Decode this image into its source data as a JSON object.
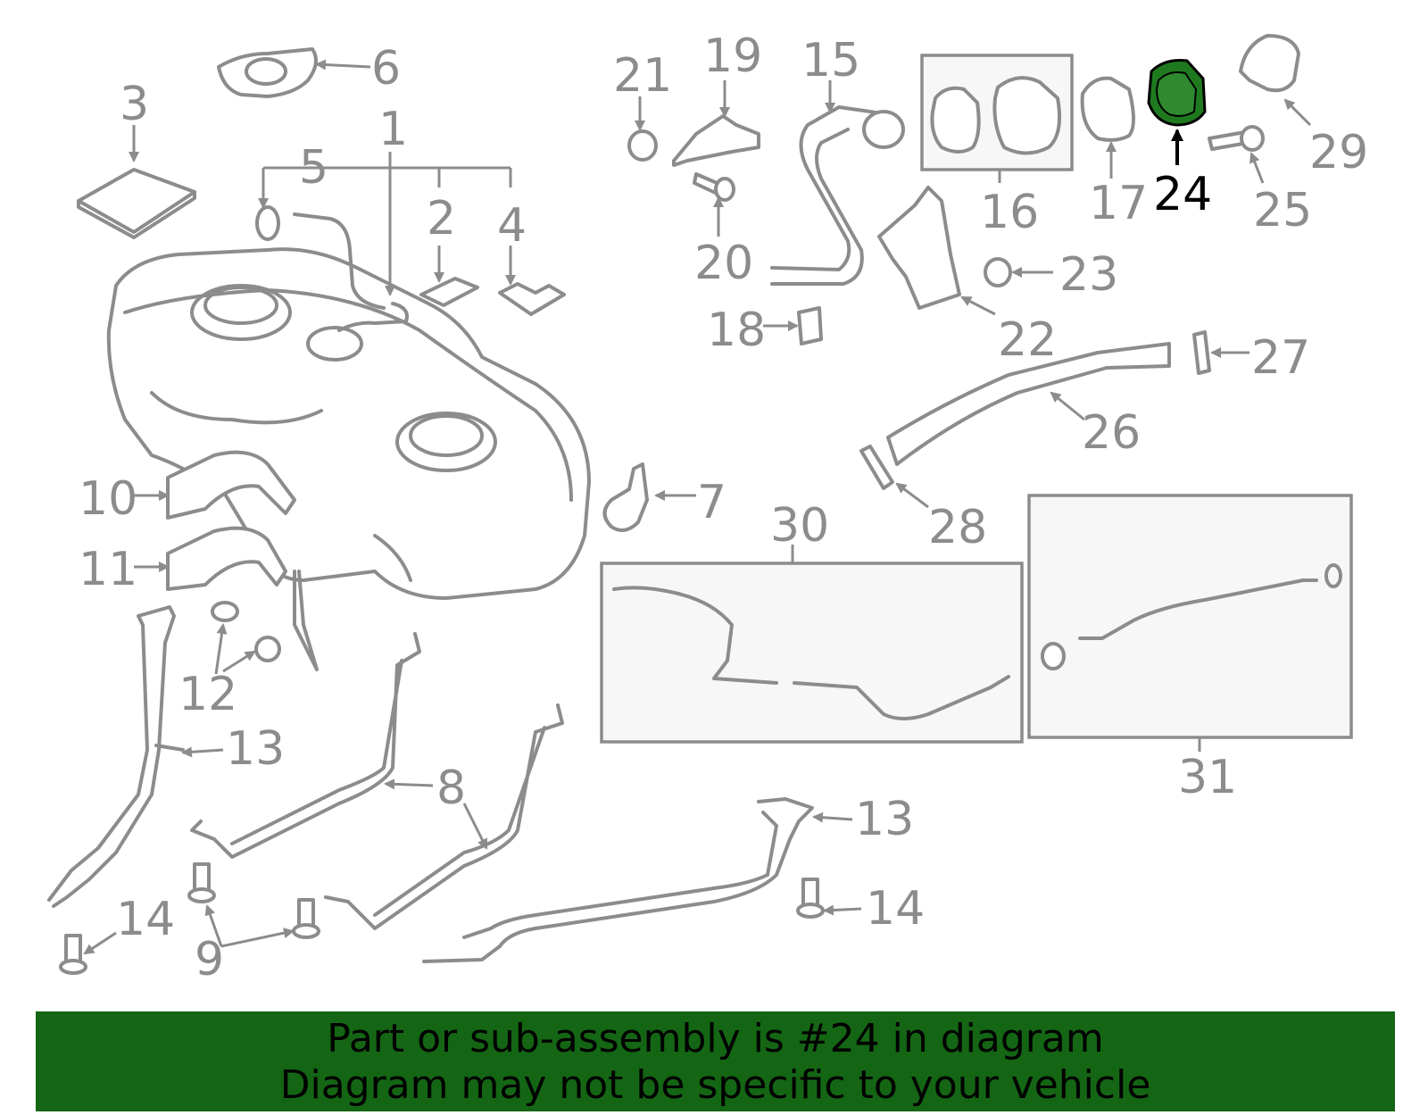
{
  "highlight": {
    "part_number": "24",
    "fill_color": "#1f7a1f",
    "banner_color": "#146614"
  },
  "callouts": [
    "1",
    "2",
    "3",
    "4",
    "5",
    "6",
    "7",
    "8",
    "9",
    "10",
    "11",
    "12",
    "13",
    "13",
    "14",
    "14",
    "15",
    "16",
    "17",
    "18",
    "19",
    "20",
    "21",
    "22",
    "23",
    "24",
    "25",
    "26",
    "27",
    "28",
    "29",
    "30",
    "31"
  ],
  "banner": {
    "line1": "Part or sub-assembly is #24 in diagram",
    "line2": "Diagram may not be specific to your vehicle"
  }
}
